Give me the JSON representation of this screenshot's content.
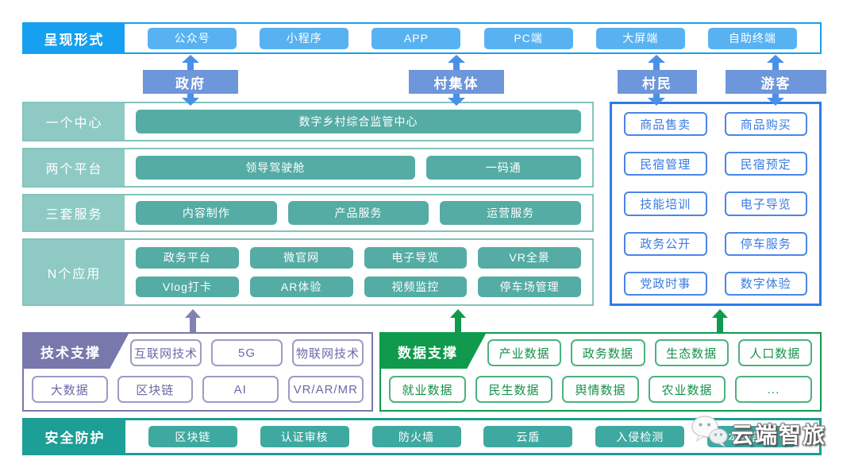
{
  "presentation": {
    "label": "呈现形式",
    "items": [
      "公众号",
      "小程序",
      "APP",
      "PC端",
      "大屏端",
      "自助终端"
    ]
  },
  "actors": [
    "政府",
    "村集体",
    "村民",
    "游客"
  ],
  "platform_rows": [
    {
      "label": "一个中心",
      "items": [
        "数字乡村综合监管中心"
      ]
    },
    {
      "label": "两个平台",
      "items": [
        "领导驾驶舱",
        "一码通"
      ]
    },
    {
      "label": "三套服务",
      "items": [
        "内容制作",
        "产品服务",
        "运营服务"
      ]
    },
    {
      "label": "N个应用",
      "items": [
        "政务平台",
        "微官网",
        "电子导览",
        "VR全景",
        "Vlog打卡",
        "AR体验",
        "视频监控",
        "停车场管理"
      ]
    }
  ],
  "user_services": {
    "items": [
      "商品售卖",
      "商品购买",
      "民宿管理",
      "民宿预定",
      "技能培训",
      "电子导览",
      "政务公开",
      "停车服务",
      "党政时事",
      "数字体验"
    ]
  },
  "tech_support": {
    "label": "技术支撑",
    "row1": [
      "互联网技术",
      "5G",
      "物联网技术"
    ],
    "row2": [
      "大数据",
      "区块链",
      "AI",
      "VR/AR/MR"
    ]
  },
  "data_support": {
    "label": "数据支撑",
    "row1": [
      "产业数据",
      "政务数据",
      "生态数据",
      "人口数据"
    ],
    "row2": [
      "就业数据",
      "民生数据",
      "舆情数据",
      "农业数据",
      "..."
    ]
  },
  "security": {
    "label": "安全防护",
    "items": [
      "区块链",
      "认证审核",
      "防火墙",
      "云盾",
      "入侵检测",
      "本地部署"
    ]
  },
  "watermark": {
    "icon": "wechat-icon",
    "text": "云端智旅"
  },
  "colors": {
    "top_blue": "#18A0F0",
    "light_blue_chip": "#58B2F2",
    "actor_blue": "#6D96DB",
    "arrow_blue": "#4A90E8",
    "teal_border": "#84C3BC",
    "teal_label_bg": "#8ECAC3",
    "teal_button": "#55ACA4",
    "security_teal": "#1D9E96",
    "security_button": "#3EA9A1",
    "panel_blue_border": "#2F7BE8",
    "panel_blue_text": "#3B7BE0",
    "tech_purple": "#7878AC",
    "data_green": "#0F9A4D"
  }
}
